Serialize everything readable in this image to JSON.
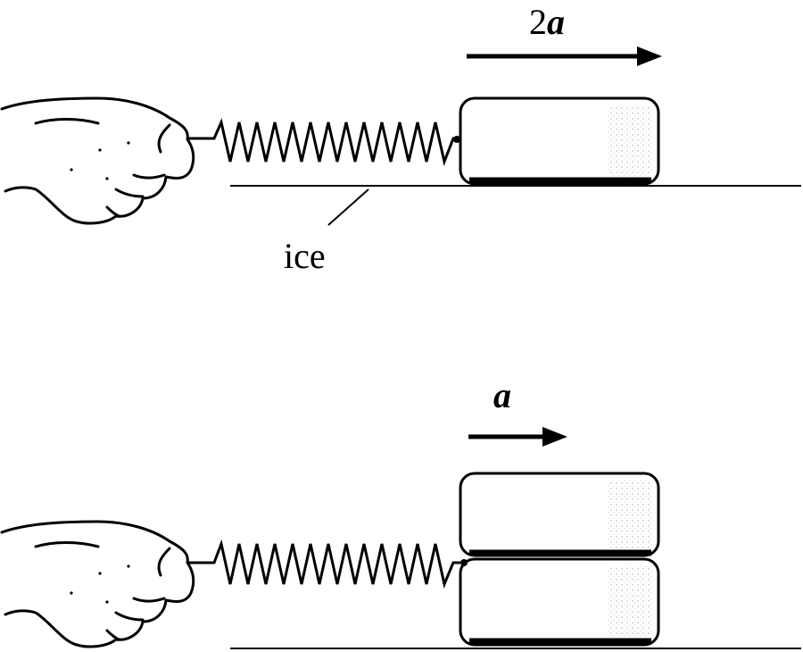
{
  "top_panel": {
    "acceleration_coefficient": "2",
    "acceleration_symbol": "a",
    "surface_label": "ice"
  },
  "bottom_panel": {
    "acceleration_symbol": "a"
  },
  "colors": {
    "ink": "#000000",
    "background": "#ffffff",
    "block_fill": "#ffffff"
  }
}
